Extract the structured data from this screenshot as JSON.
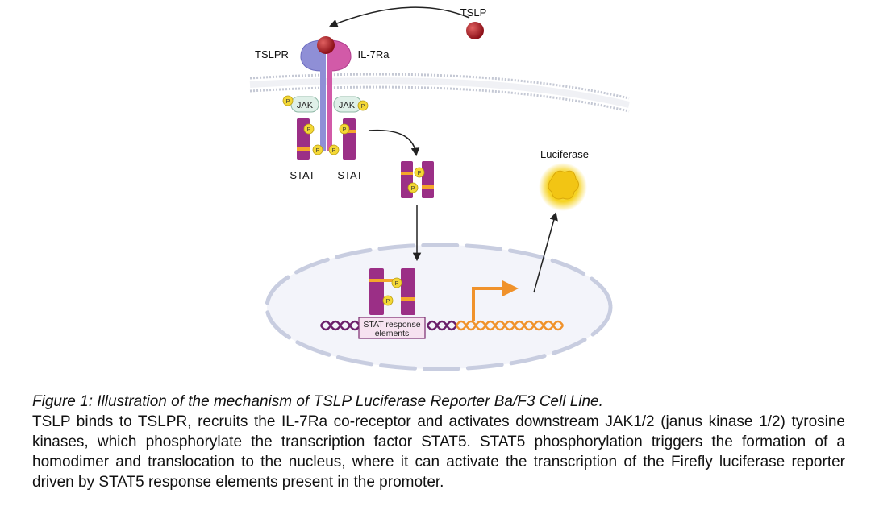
{
  "diagram": {
    "labels": {
      "tslp": "TSLP",
      "tslpr": "TSLPR",
      "il7ra": "IL-7Ra",
      "jak_left": "JAK",
      "jak_right": "JAK",
      "stat_left": "STAT",
      "stat_right": "STAT",
      "luciferase": "Luciferase",
      "phospho": "P",
      "response_line1": "STAT response",
      "response_line2": "elements"
    },
    "colors": {
      "ligand": "#b0202a",
      "tslpr": "#8f8fd6",
      "il7ra": "#d25aa8",
      "stat": "#9b2f86",
      "phospho": "#f4d836",
      "dna_dark": "#6a1f6a",
      "dna_orange": "#f0922b",
      "membrane": "#c4c8d4",
      "nucleus": "#eef0f8"
    }
  },
  "caption": {
    "title": "Figure 1: Illustration of the mechanism of TSLP Luciferase Reporter Ba/F3 Cell Line.",
    "body": "TSLP binds to TSLPR, recruits the IL-7Ra co-receptor and activates downstream JAK1/2 (janus kinase 1/2) tyrosine kinases, which phosphorylate the transcription factor STAT5. STAT5 phosphorylation triggers the formation of a homodimer and translocation to the nucleus, where it can activate the transcription of the Firefly luciferase reporter driven by STAT5 response elements present in the promoter."
  }
}
